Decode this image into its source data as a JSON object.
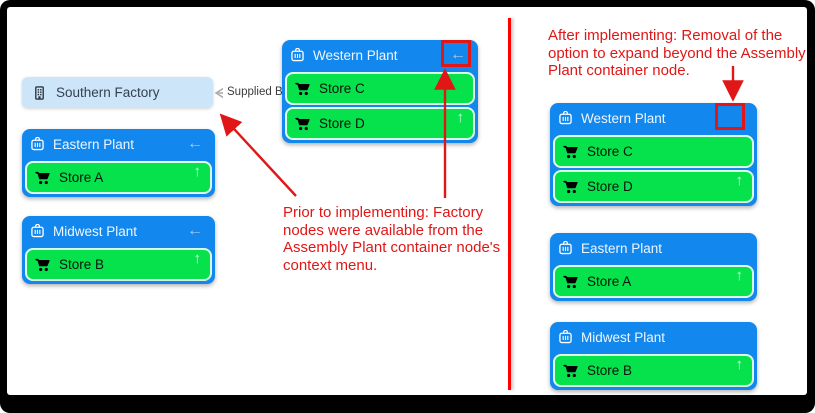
{
  "window": {
    "background": "#ffffff",
    "frame_color": "#000000"
  },
  "colors": {
    "container_blue": "#1287ee",
    "store_green": "#06e24c",
    "factory_fill": "#cde5f8",
    "annotation_red": "#e11616",
    "divider_red": "#ff0000"
  },
  "icons": {
    "collapse_arrow": "←",
    "expand_arrow": "↑"
  },
  "before": {
    "factory": {
      "label": "Southern Factory"
    },
    "edge": {
      "label": "Supplied By"
    },
    "western": {
      "label": "Western Plant",
      "stores": [
        {
          "label": "Store C"
        },
        {
          "label": "Store D"
        }
      ]
    },
    "eastern": {
      "label": "Eastern Plant",
      "stores": [
        {
          "label": "Store A"
        }
      ]
    },
    "midwest": {
      "label": "Midwest Plant",
      "stores": [
        {
          "label": "Store B"
        }
      ]
    },
    "annotation_lines": [
      "Prior to implementing: Factory",
      "nodes were available from the",
      "Assembly Plant container node's",
      "context menu."
    ]
  },
  "after": {
    "annotation_lines": [
      "After implementing: Removal of the",
      "option to expand beyond the Assembly",
      "Plant container node."
    ],
    "western": {
      "label": "Western Plant",
      "stores": [
        {
          "label": "Store C"
        },
        {
          "label": "Store D"
        }
      ]
    },
    "eastern": {
      "label": "Eastern Plant",
      "stores": [
        {
          "label": "Store A"
        }
      ]
    },
    "midwest": {
      "label": "Midwest Plant",
      "stores": [
        {
          "label": "Store B"
        }
      ]
    }
  }
}
